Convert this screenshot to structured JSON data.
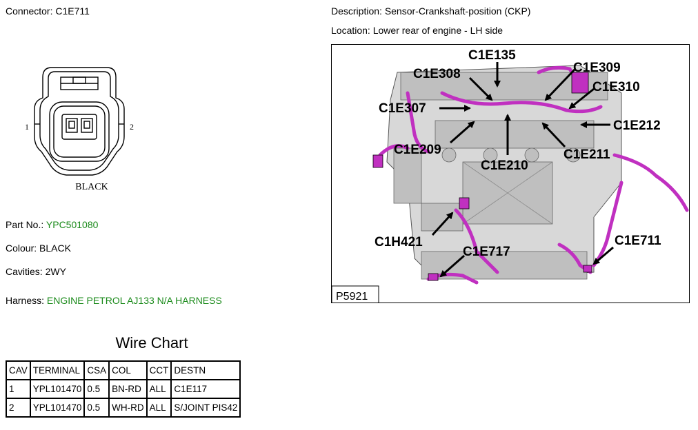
{
  "connector": {
    "label": "Connector:",
    "value": "C1E711"
  },
  "description": {
    "label": "Description:",
    "value": "Sensor-Crankshaft-position (CKP)"
  },
  "location": {
    "label": "Location:",
    "value": "Lower rear of engine - LH side"
  },
  "connector_drawing": {
    "pin1": "1",
    "pin2": "2",
    "color_label": "BLACK"
  },
  "part_no": {
    "label": "Part No.:",
    "value": "YPC501080"
  },
  "colour": {
    "label": "Colour:",
    "value": "BLACK"
  },
  "cavities": {
    "label": "Cavities:",
    "value": "2WY"
  },
  "harness": {
    "label": "Harness:",
    "value": "ENGINE PETROL AJ133 N/A HARNESS"
  },
  "image_ref": "P5921",
  "callouts": {
    "c1e135": "C1E135",
    "c1e308": "C1E308",
    "c1e309": "C1E309",
    "c1e310": "C1E310",
    "c1e307": "C1E307",
    "c1e212": "C1E212",
    "c1e209": "C1E209",
    "c1e211": "C1E211",
    "c1e210": "C1E210",
    "c1h421": "C1H421",
    "c1e717": "C1E717",
    "c1e711": "C1E711"
  },
  "wire_chart": {
    "title": "Wire Chart",
    "headers": [
      "CAV",
      "TERMINAL",
      "CSA",
      "COL",
      "CCT",
      "DESTN"
    ],
    "rows": [
      [
        "1",
        "YPL101470",
        "0.5",
        "BN-RD",
        "ALL",
        "C1E117"
      ],
      [
        "2",
        "YPL101470",
        "0.5",
        "WH-RD",
        "ALL",
        "S/JOINT PIS42"
      ]
    ]
  },
  "colors": {
    "harness": "#c030c0",
    "highlight_text": "#1a8a1a"
  }
}
